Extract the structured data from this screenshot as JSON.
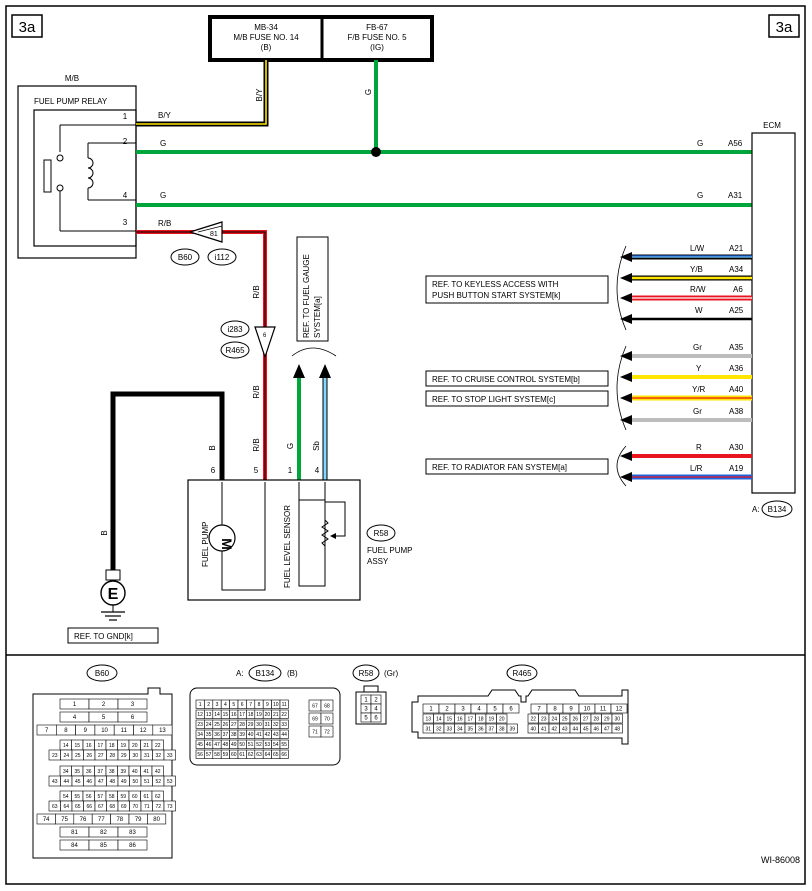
{
  "page": {
    "tag_left": "3a",
    "tag_right": "3a",
    "figure_id": "WI-86008"
  },
  "fuses": [
    {
      "line1": "MB-34",
      "line2": "M/B FUSE NO. 14",
      "line3": "(B)"
    },
    {
      "line1": "FB-67",
      "line2": "F/B FUSE NO. 5",
      "line3": "(IG)"
    }
  ],
  "mb_label": "M/B",
  "relay": {
    "title": "FUEL PUMP RELAY",
    "pins": [
      "1",
      "2",
      "4",
      "3"
    ]
  },
  "ecm": {
    "title": "ECM",
    "connector_prefix": "A:",
    "connector": "B134"
  },
  "wires": {
    "by_main": "B/Y",
    "by_vertical": "B/Y",
    "g_vertical": "G",
    "g2": "G",
    "g4": "G",
    "rb": "R/B",
    "g_a56": "G",
    "a56": "A56",
    "g_a31": "G",
    "a31": "A31",
    "rb_v1": "R/B",
    "rb_v2": "R/B",
    "rb_v3": "R/B",
    "b_v": "B",
    "b_pin": "B",
    "g_sensor": "G",
    "sb_sensor": "Sb"
  },
  "junctions": {
    "j81": "81",
    "j6": "6",
    "b60": "B60",
    "i112": "i112",
    "i283": "i283",
    "r465": "R465"
  },
  "ecm_pins": [
    {
      "color": "L/W",
      "pin": "A21"
    },
    {
      "color": "Y/B",
      "pin": "A34"
    },
    {
      "color": "R/W",
      "pin": "A6"
    },
    {
      "color": "W",
      "pin": "A25"
    },
    {
      "color": "Gr",
      "pin": "A35"
    },
    {
      "color": "Y",
      "pin": "A36"
    },
    {
      "color": "Y/R",
      "pin": "A40"
    },
    {
      "color": "Gr",
      "pin": "A38"
    },
    {
      "color": "R",
      "pin": "A30"
    },
    {
      "color": "L/R",
      "pin": "A19"
    }
  ],
  "refs": {
    "keyless_1": "REF. TO KEYLESS ACCESS WITH",
    "keyless_2": "PUSH BUTTON START SYSTEM[k]",
    "cruise": "REF. TO CRUISE CONTROL SYSTEM[b]",
    "stop": "REF. TO STOP LIGHT SYSTEM[c]",
    "radiator": "REF. TO RADIATOR FAN SYSTEM[a]",
    "gnd": "REF. TO GND[k]",
    "fuel_gauge_1": "REF. TO FUEL GAUGE",
    "fuel_gauge_2": "SYSTEM[a]"
  },
  "pump": {
    "label": "FUEL PUMP",
    "sensor_label": "FUEL LEVEL SENSOR",
    "motor": "M",
    "connector": "R58",
    "assy_1": "FUEL PUMP",
    "assy_2": "ASSY",
    "pins": [
      "6",
      "5",
      "1",
      "4"
    ]
  },
  "ground_symbol": "E",
  "connectors_section": {
    "b60_title": "B60",
    "b134_prefix": "A:",
    "b134_title": "B134",
    "b134_suffix": "(B)",
    "r58_title": "R58",
    "r58_suffix": "(Gr)",
    "r465_title": "R465"
  },
  "colors": {
    "green": "#00a63c",
    "red": "#e8141e",
    "yellow": "#ffe600",
    "blue": "#1e64dc",
    "skyblue": "#7fd8ff",
    "gray": "#bdbdbd"
  }
}
